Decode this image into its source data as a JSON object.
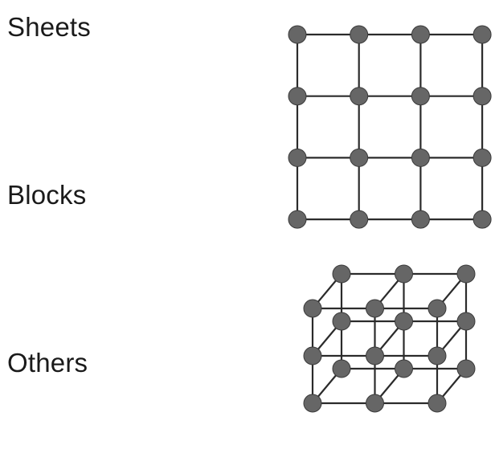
{
  "labels": [
    "Sheets",
    "Blocks",
    "Others"
  ],
  "diagrams": [
    {
      "type": "2d-grid",
      "rows": 4,
      "cols": 4
    },
    {
      "type": "3d-cube-lattice",
      "nx": 3,
      "ny": 3,
      "nz": 2
    }
  ],
  "colors": {
    "node": "#666666",
    "node_edge": "#3a3a3a",
    "line": "#2b2b2b",
    "text": "#1a1a1a"
  }
}
